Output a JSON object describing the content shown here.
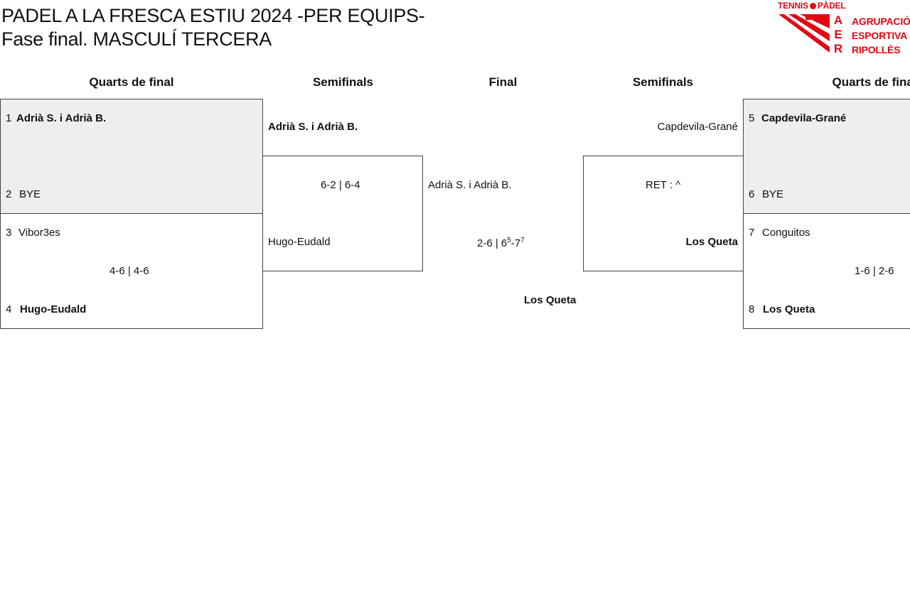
{
  "title": {
    "line1": "PADEL A LA FRESCA ESTIU 2024 -PER EQUIPS-",
    "line2": "Fase final. MASCULÍ TERCERA"
  },
  "logo": {
    "top_text_left": "TENNIS",
    "top_text_right": "PÀDEL",
    "letters": [
      "A",
      "E",
      "R"
    ],
    "lines": [
      "AGRUPACIÓ",
      "ESPORTIVA",
      "RIPOLLÈS"
    ],
    "color": "#e30613"
  },
  "rounds": {
    "qf_left": "Quarts de final",
    "sf_left": "Semifinals",
    "final": "Final",
    "sf_right": "Semifinals",
    "qf_right": "Quarts de final"
  },
  "quarterfinals": [
    {
      "top_seed": "1",
      "top_team": "Adrià S. i Adrià B.",
      "top_winner": true,
      "bottom_seed": "2",
      "bottom_team": "BYE",
      "bottom_winner": false,
      "score": ""
    },
    {
      "top_seed": "3",
      "top_team": "Vibor3es",
      "top_winner": false,
      "bottom_seed": "4",
      "bottom_team": "Hugo-Eudald",
      "bottom_winner": true,
      "score": "4-6 | 4-6"
    },
    {
      "top_seed": "5",
      "top_team": "Capdevila-Grané",
      "top_winner": true,
      "bottom_seed": "6",
      "bottom_team": "BYE",
      "bottom_winner": false,
      "score": ""
    },
    {
      "top_seed": "7",
      "top_team": "Conguitos",
      "top_winner": false,
      "bottom_seed": "8",
      "bottom_team": "Los Queta",
      "bottom_winner": true,
      "score": "1-6 | 2-6"
    }
  ],
  "semifinals": [
    {
      "top_team": "Adrià S. i Adrià B.",
      "top_winner": true,
      "bottom_team": "Hugo-Eudald",
      "bottom_winner": false,
      "score": "6-2 | 6-4"
    },
    {
      "top_team": "Capdevila-Grané",
      "top_winner": false,
      "bottom_team": "Los Queta",
      "bottom_winner": true,
      "score": "RET : ^"
    }
  ],
  "final": {
    "team1": "Adrià S. i Adrià B.",
    "score_a": "2-6 | 6",
    "score_a_sup": "5",
    "score_b": "-7",
    "score_b_sup": "7",
    "champion": "Los Queta"
  },
  "colors": {
    "shade": "#eeeeee",
    "border": "#444444",
    "brand": "#e30613"
  }
}
